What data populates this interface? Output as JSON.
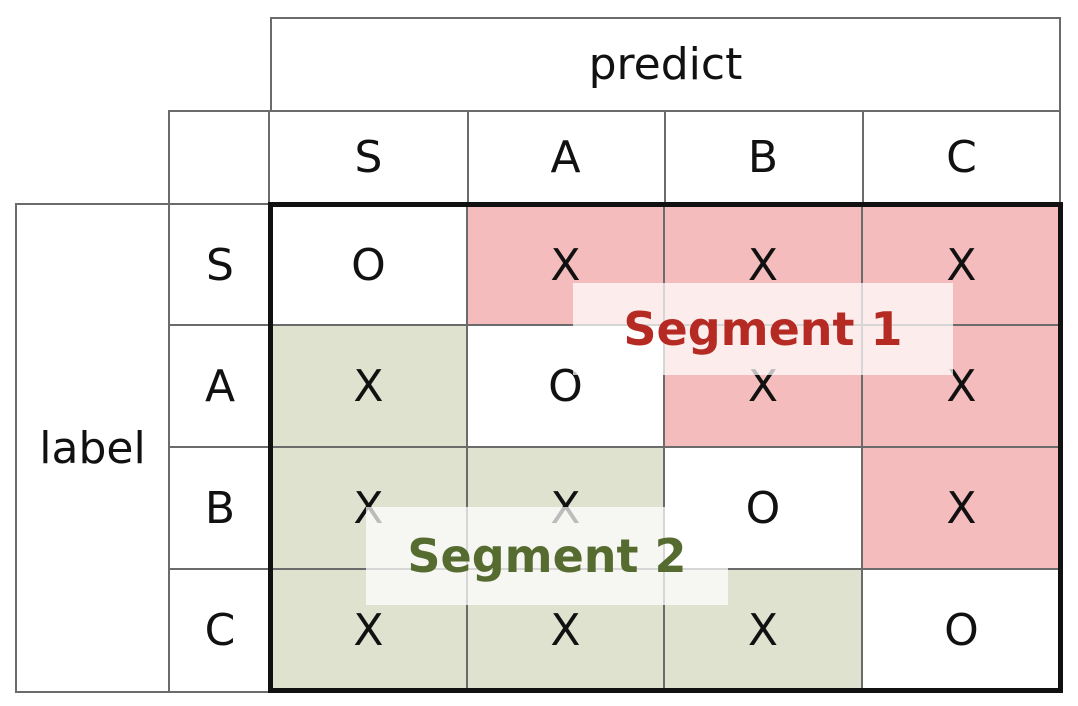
{
  "header": {
    "predict": "predict",
    "label": "label"
  },
  "classes": [
    "S",
    "A",
    "B",
    "C"
  ],
  "matrix": [
    [
      "O",
      "X",
      "X",
      "X"
    ],
    [
      "X",
      "O",
      "X",
      "X"
    ],
    [
      "X",
      "X",
      "O",
      "X"
    ],
    [
      "X",
      "X",
      "X",
      "O"
    ]
  ],
  "segments": {
    "segment1": {
      "label": "Segment 1",
      "fill": "#f4bcbc",
      "text_color": "#b52a22"
    },
    "segment2": {
      "label": "Segment 2",
      "fill": "#dfe2cf",
      "text_color": "#556b2f"
    }
  }
}
